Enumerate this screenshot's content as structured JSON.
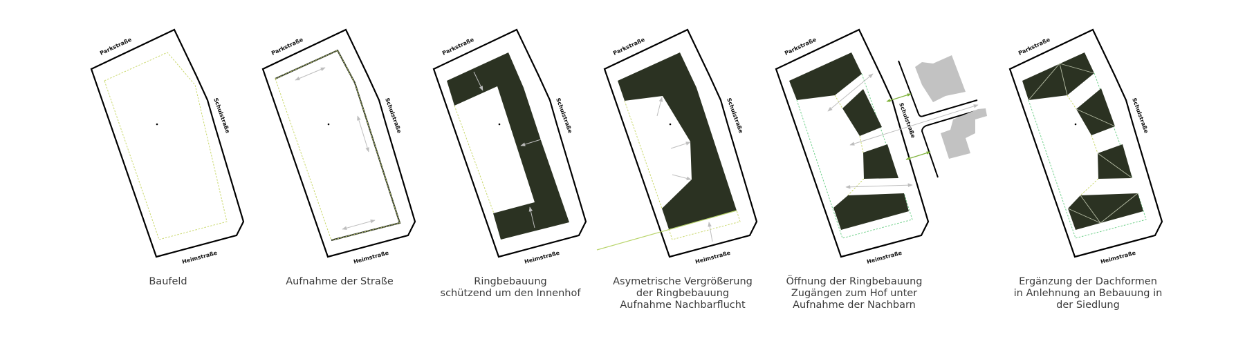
{
  "streets": {
    "park": "Parkstraße",
    "schul": "Schulstraße",
    "heim": "Heimstraße"
  },
  "panels": [
    {
      "caption": [
        "Baufeld"
      ]
    },
    {
      "caption": [
        "Aufnahme der Straße"
      ]
    },
    {
      "caption": [
        "Ringbebauung",
        "schützend um den Innenhof"
      ]
    },
    {
      "caption": [
        "Asymetrische Vergrößerung",
        "der Ringbebauung",
        "Aufnahme Nachbarflucht"
      ]
    },
    {
      "caption": [
        "Öffnung der Ringbebauung",
        "Zugängen zum Hof unter",
        "Aufnahme der Nachbarn"
      ]
    },
    {
      "caption": [
        "Ergänzung der Dachformen",
        "in Anlehnung an Bebauung in",
        "der Siedlung"
      ]
    }
  ],
  "colors": {
    "building": "#2b3222",
    "neighbor": "#c2c2c2",
    "arrow": "#bdbdbd",
    "access": "#7fb23a",
    "boundary": "#c9d86c"
  }
}
